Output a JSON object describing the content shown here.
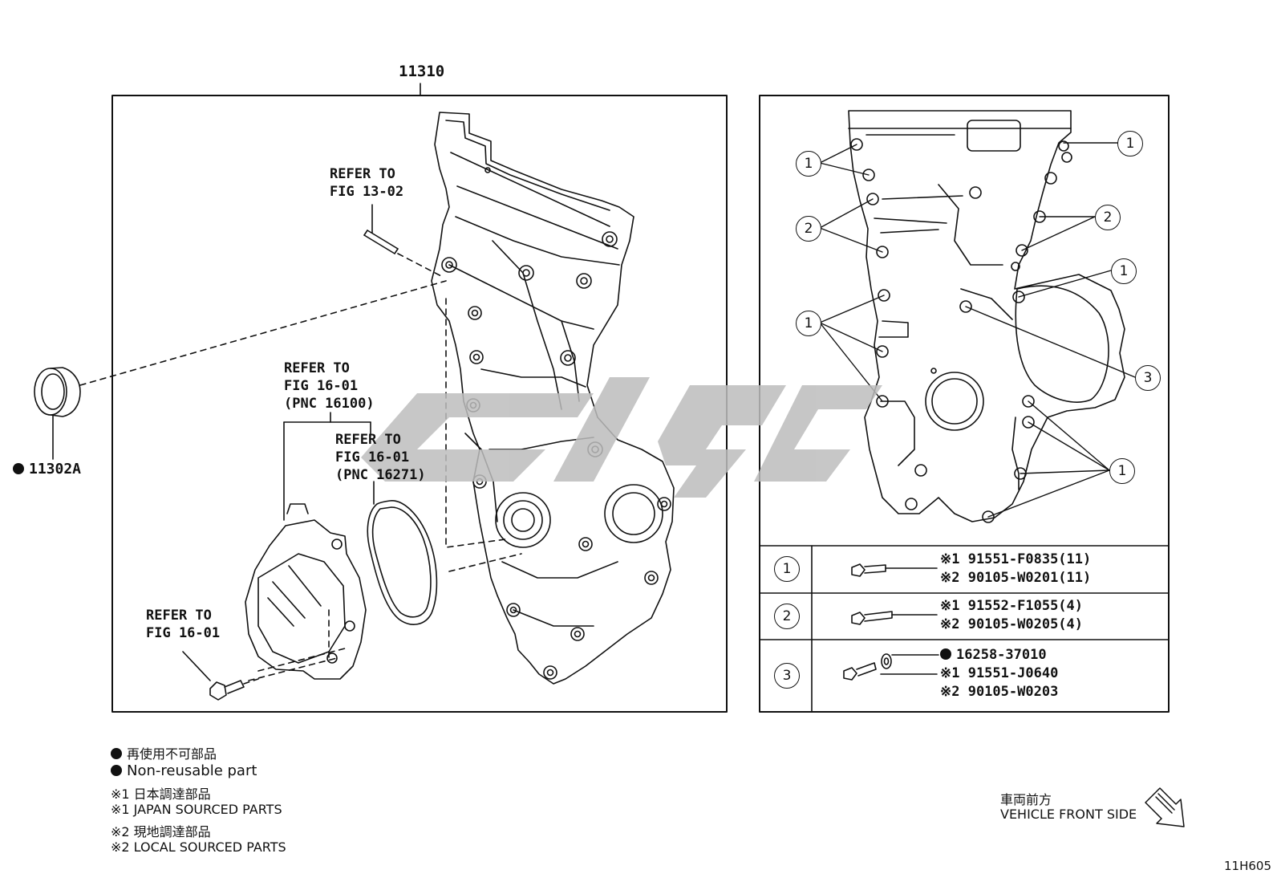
{
  "main_part_number": "11310",
  "seal": {
    "part_number": "11302A"
  },
  "refs": {
    "stud": "REFER TO\nFIG 13-02",
    "pump": "REFER TO\nFIG 16-01\n(PNC 16100)",
    "gasket": "REFER TO\nFIG 16-01\n(PNC 16271)",
    "bolt": "REFER TO\nFIG 16-01"
  },
  "bolt_table": [
    {
      "key": "1",
      "lines": [
        "※1 91551-F0835(11)",
        "※2 90105-W0201(11)"
      ]
    },
    {
      "key": "2",
      "lines": [
        "※1 91552-F1055(4)",
        "※2 90105-W0205(4)"
      ]
    },
    {
      "key": "3",
      "lines": [
        "16258-37010",
        "※1 91551-J0640",
        "※2 90105-W0203"
      ]
    }
  ],
  "callouts": [
    "1",
    "1",
    "2",
    "2",
    "1",
    "1",
    "3",
    "1"
  ],
  "legend": [
    {
      "text": "再使用不可部品"
    },
    {
      "text": "Non-reusable part"
    },
    {
      "text": "※1 日本調達部品"
    },
    {
      "text": "※1 JAPAN SOURCED PARTS"
    },
    {
      "text": "※2 現地調達部品"
    },
    {
      "text": "※2 LOCAL SOURCED PARTS"
    }
  ],
  "direction": {
    "jp": "車両前方",
    "en": "VEHICLE FRONT SIDE"
  },
  "figure_code": "11H605",
  "colors": {
    "line": "#111111",
    "watermark": "#bdbdbd"
  }
}
